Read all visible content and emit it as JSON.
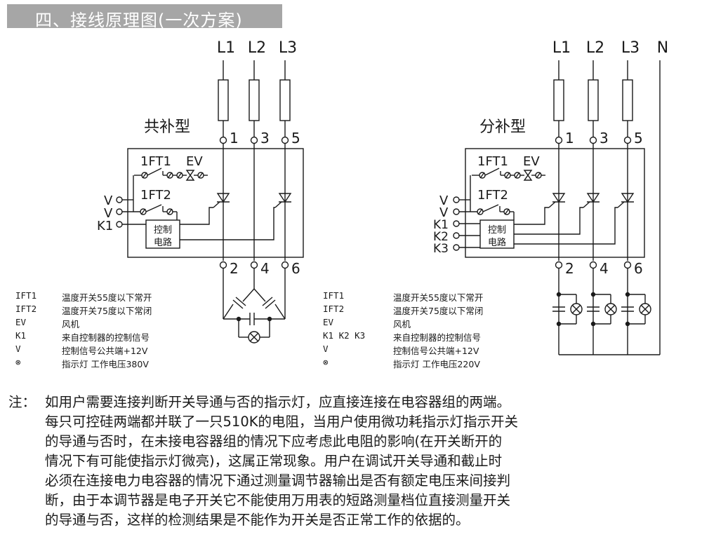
{
  "section": {
    "title": "四、接线原理图(一次方案)"
  },
  "diagram_left": {
    "type_label": "共补型",
    "phases": [
      "L1",
      "L2",
      "L3"
    ],
    "top_terminals": [
      "1",
      "3",
      "5"
    ],
    "bottom_terminals": [
      "2",
      "4",
      "6"
    ],
    "switch1": "1FT1",
    "fan": "EV",
    "switch2": "1FT2",
    "inputs": [
      "V",
      "V",
      "K1"
    ],
    "control_line1": "控制",
    "control_line2": "电路"
  },
  "diagram_right": {
    "type_label": "分补型",
    "phases": [
      "L1",
      "L2",
      "L3",
      "N"
    ],
    "top_terminals": [
      "1",
      "3",
      "5"
    ],
    "bottom_terminals": [
      "2",
      "4",
      "6"
    ],
    "switch1": "1FT1",
    "fan": "EV",
    "switch2": "1FT2",
    "inputs": [
      "V",
      "V",
      "K1",
      "K2",
      "K3"
    ],
    "control_line1": "控制",
    "control_line2": "电路"
  },
  "legend_left": [
    {
      "symbol": "IFT1",
      "desc": "温度开关55度以下常开"
    },
    {
      "symbol": "IFT2",
      "desc": "温度开关75度以下常闭"
    },
    {
      "symbol": "EV",
      "desc": "风机"
    },
    {
      "symbol": "K1",
      "desc": "来自控制器的控制信号"
    },
    {
      "symbol": "V",
      "desc": "控制信号公共端+12V"
    },
    {
      "symbol": "⊗",
      "desc": "指示灯 工作电压380V"
    }
  ],
  "legend_right": [
    {
      "symbol": "IFT1",
      "desc": "温度开关55度以下常开"
    },
    {
      "symbol": "IFT2",
      "desc": "温度开关75度以下常闭"
    },
    {
      "symbol": "EV",
      "desc": "风机"
    },
    {
      "symbol": "K1 K2 K3",
      "desc": "来自控制器的控制信号"
    },
    {
      "symbol": "V",
      "desc": "控制信号公共端+12V"
    },
    {
      "symbol": "⊗",
      "desc": "指示灯 工作电压220V"
    }
  ],
  "note": {
    "prefix": "注：",
    "lines": [
      "如用户需要连接判断开关导通与否的指示灯，应直接连接在电容器组的两端。",
      "每只可控硅两端都并联了一只510K的电阻，当用户使用微功耗指示灯指示开关",
      "的导通与否时，在未接电容器组的情况下应考虑此电阻的影响(在开关断开的",
      "情况下有可能使指示灯微亮)，这属正常现象。用户在调试开关导通和截止时",
      "必须在连接电力电容器的情况下通过测量调节器输出是否有额定电压来间接判",
      "断，由于本调节器是电子开关它不能使用万用表的短路测量档位直接测量开关",
      "的导通与否，这样的检测结果是不能作为开关是否正常工作的依据的。"
    ]
  }
}
